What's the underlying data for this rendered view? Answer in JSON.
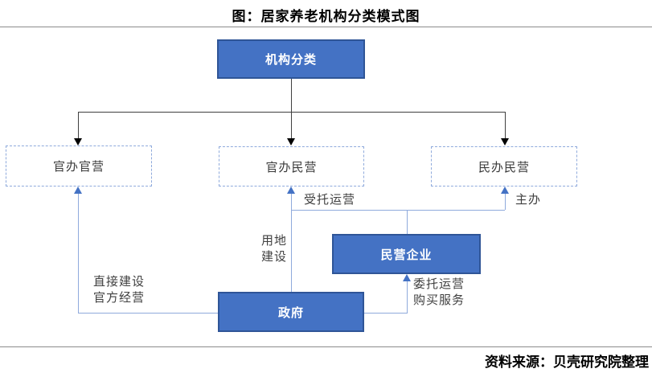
{
  "title": "图：居家养老机构分类模式图",
  "source": "资料来源：贝壳研究院整理",
  "nodes": {
    "root": {
      "label": "机构分类"
    },
    "cat1": {
      "label": "官办官营"
    },
    "cat2": {
      "label": "官办民营"
    },
    "cat3": {
      "label": "民办民营"
    },
    "private_enterprise": {
      "label": "民营企业"
    },
    "government": {
      "label": "政府"
    }
  },
  "edge_labels": {
    "entrusted_operation": "受托运营",
    "host": "主办",
    "land_construction": "用地\n建设",
    "direct_build_official_operate": "直接建设\n官方经营",
    "commission_operate_purchase_service": "委托运营\n购买服务"
  },
  "colors": {
    "node_fill": "#4472C4",
    "node_border": "#2F5597",
    "dashed_border": "#8FAADC",
    "connector_blue": "#8FAADC",
    "arrow_blue": "#4472C4",
    "tree_line": "#404040",
    "label_text": "#404040"
  }
}
